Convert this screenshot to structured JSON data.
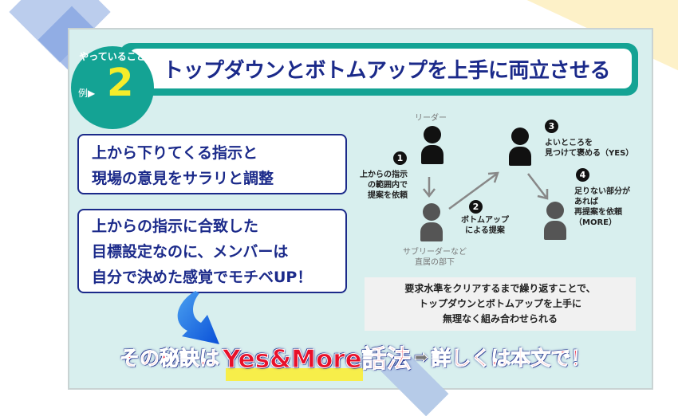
{
  "header": {
    "circle_top": "やっていること",
    "example_label": "例▶",
    "example_number": "2",
    "title": "トップダウンとボトムアップを上手に両立させる"
  },
  "boxes": [
    {
      "lines": [
        "上から下りてくる指示と",
        "現場の意見をサラリと調整"
      ]
    },
    {
      "lines": [
        "上からの指示に合致した",
        "目標設定なのに、メンバーは",
        "自分で決めた感覚でモチベUP！"
      ]
    }
  ],
  "diagram": {
    "leader_label": "リーダー",
    "sub_label": [
      "サブリーダーなど",
      "直属の部下"
    ],
    "steps": [
      {
        "num": "1",
        "lines": [
          "上からの指示",
          "の範囲内で",
          "提案を依頼"
        ]
      },
      {
        "num": "2",
        "lines": [
          "ボトムアップ",
          "による提案"
        ]
      },
      {
        "num": "3",
        "lines": [
          "よいところを",
          "見つけて褒める（YES）"
        ]
      },
      {
        "num": "4",
        "lines": [
          "足りない部分が",
          "あれば",
          "再提案を依頼",
          "（MORE）"
        ]
      }
    ],
    "summary": [
      "要求水準をクリアするまで繰り返すことで、",
      "トップダウンとボトムアップを上手に",
      "無理なく組み合わせられる"
    ]
  },
  "banner": {
    "part1": "その秘訣は",
    "part2": "Yes&More話法",
    "arrow": "➡",
    "part3": "詳しくは本文で！"
  }
}
